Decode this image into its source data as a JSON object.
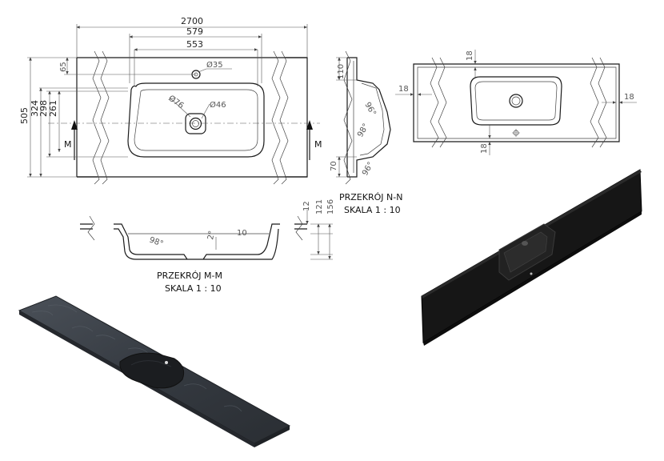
{
  "top_view": {
    "dims": {
      "overall_width": "2700",
      "inner_width": "579",
      "bowl_width": "553",
      "hole_dia": "Ø35",
      "drain_outer": "Ø76",
      "drain_inner": "Ø46",
      "depth_total": "505",
      "depth_a": "324",
      "depth_b": "298",
      "depth_c": "261",
      "offset_top": "65"
    },
    "section_mark_left": "M",
    "section_mark_right": "M"
  },
  "side_view": {
    "dims": {
      "top": "110",
      "bottom": "70",
      "angle_a": "96°",
      "angle_b": "98°",
      "angle_c": "96°"
    }
  },
  "section_nn": {
    "title": "PRZEKRÓJ N-N",
    "scale": "SKALA 1 : 10"
  },
  "section_mm": {
    "title": "PRZEKRÓJ M-M",
    "scale": "SKALA 1 : 10",
    "dims": {
      "d12": "12",
      "d121": "121",
      "d156": "156",
      "angle": "98°",
      "slope": "2°",
      "d10": "10"
    }
  },
  "right_view": {
    "dims": {
      "top": "18",
      "left": "18",
      "right": "18",
      "bottom": "18"
    }
  }
}
